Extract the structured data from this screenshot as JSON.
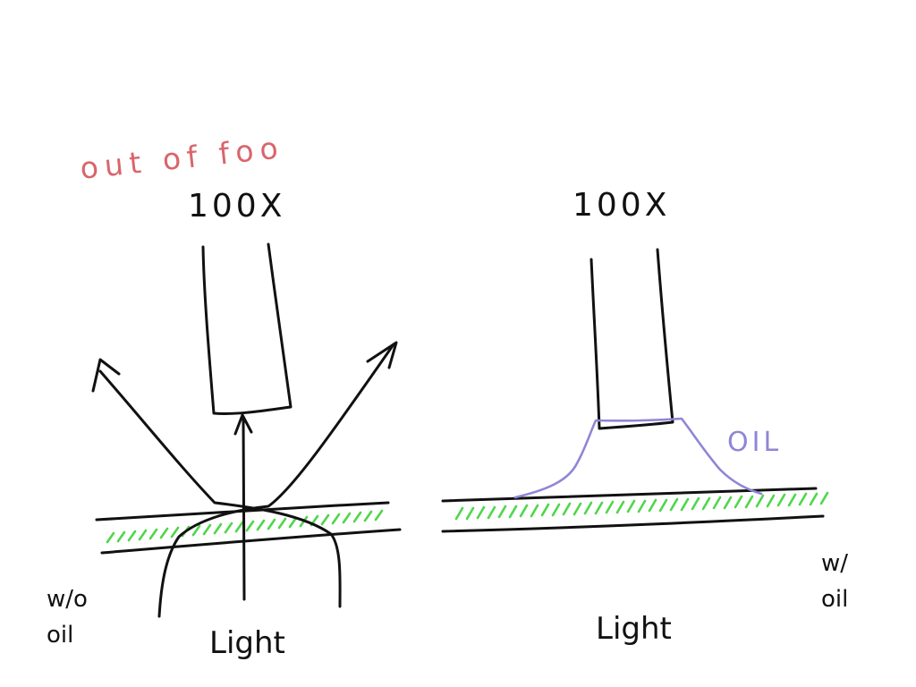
{
  "left": {
    "annotation": "out of foo",
    "magnification": "100X",
    "light_label": "Light",
    "condition_label": [
      "w/o",
      "oil"
    ]
  },
  "right": {
    "magnification": "100X",
    "oil_label": "OIL",
    "light_label": "Light",
    "condition_label": [
      "w/",
      "oil"
    ]
  },
  "colors": {
    "ink": "#111111",
    "annotation": "#d9656b",
    "sample_hatching": "#4fd64a",
    "oil": "#8f86d6"
  }
}
